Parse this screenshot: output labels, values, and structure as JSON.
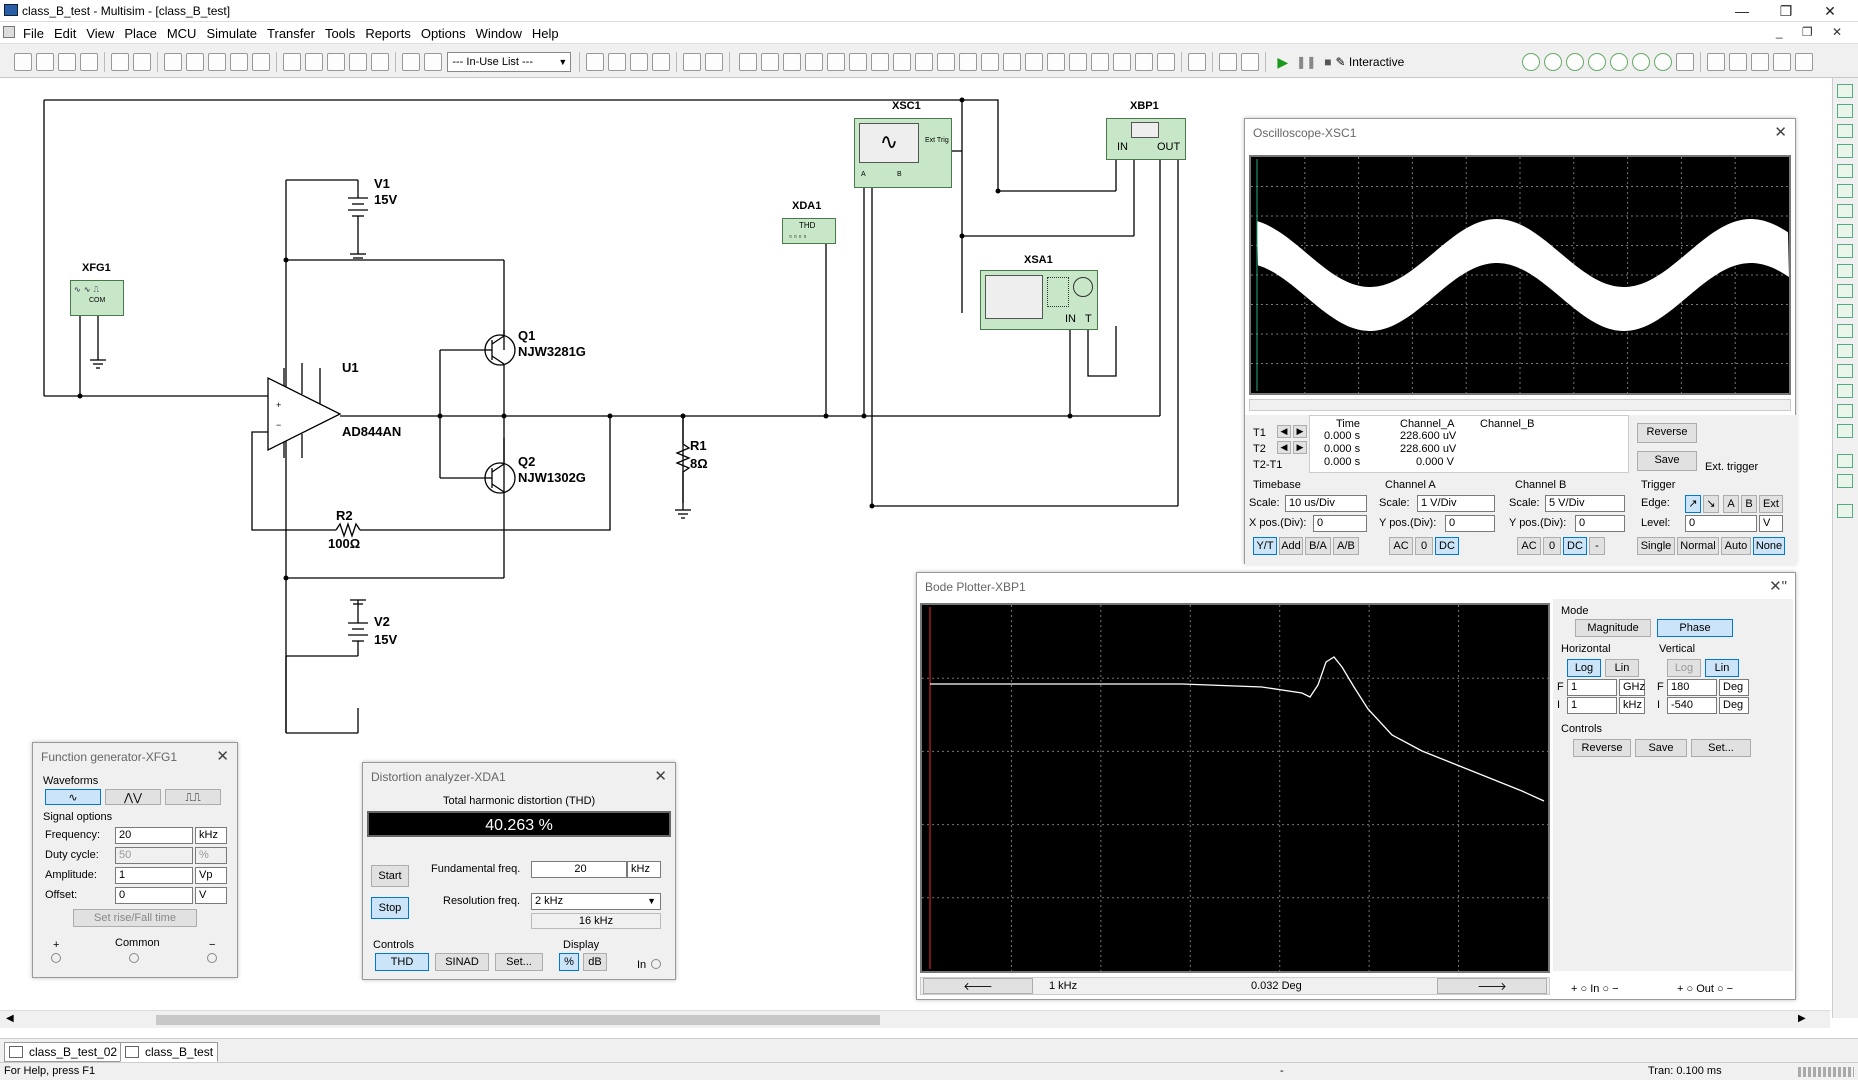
{
  "title": "class_B_test - Multisim - [class_B_test]",
  "menu": [
    "File",
    "Edit",
    "View",
    "Place",
    "MCU",
    "Simulate",
    "Transfer",
    "Tools",
    "Reports",
    "Options",
    "Window",
    "Help"
  ],
  "toolbar": {
    "inuse_label": "--- In-Use List ---",
    "interactive_label": "Interactive"
  },
  "components": {
    "xfg1": "XFG1",
    "xfg1_com": "COM",
    "v1": "V1",
    "v1_val": "15V",
    "v2": "V2",
    "v2_val": "15V",
    "u1": "U1",
    "u1_part": "AD844AN",
    "q1": "Q1",
    "q1_part": "NJW3281G",
    "q2": "Q2",
    "q2_part": "NJW1302G",
    "r1": "R1",
    "r1_val": "8Ω",
    "r2": "R2",
    "r2_val": "100Ω",
    "xda1": "XDA1",
    "xda1_txt": "THD",
    "xsc1": "XSC1",
    "xsc1_trig": "Ext Trig",
    "xsc1_a": "A",
    "xsc1_b": "B",
    "xbp1": "XBP1",
    "xbp1_in": "IN",
    "xbp1_out": "OUT",
    "xsa1": "XSA1",
    "xsa1_in": "IN",
    "xsa1_t": "T"
  },
  "scope": {
    "title": "Oscilloscope-XSC1",
    "col_time": "Time",
    "col_a": "Channel_A",
    "col_b": "Channel_B",
    "rows": [
      {
        "name": "T1",
        "time": "0.000 s",
        "a": "228.600 uV",
        "b": ""
      },
      {
        "name": "T2",
        "time": "0.000 s",
        "a": "228.600 uV",
        "b": ""
      },
      {
        "name": "T2-T1",
        "time": "0.000 s",
        "a": "0.000 V",
        "b": ""
      }
    ],
    "reverse": "Reverse",
    "save": "Save",
    "ext_trigger": "Ext. trigger",
    "timebase": "Timebase",
    "tb_scale_lbl": "Scale:",
    "tb_scale": "10 us/Div",
    "xpos_lbl": "X pos.(Div):",
    "xpos": "0",
    "cha": "Channel A",
    "cha_scale_lbl": "Scale:",
    "cha_scale": "1  V/Div",
    "cha_ypos_lbl": "Y pos.(Div):",
    "cha_ypos": "0",
    "chb": "Channel B",
    "chb_scale_lbl": "Scale:",
    "chb_scale": "5  V/Div",
    "chb_ypos_lbl": "Y pos.(Div):",
    "chb_ypos": "0",
    "trigger": "Trigger",
    "edge_lbl": "Edge:",
    "level_lbl": "Level:",
    "level": "0",
    "level_unit": "V",
    "yt": "Y/T",
    "add": "Add",
    "ba": "B/A",
    "ab": "A/B",
    "ac": "AC",
    "zero": "0",
    "dc": "DC",
    "minus": "-",
    "single": "Single",
    "normal": "Normal",
    "auto": "Auto",
    "none": "None",
    "trig_a": "A",
    "trig_b": "B",
    "trig_ext": "Ext"
  },
  "bode": {
    "title": "Bode Plotter-XBP1",
    "mode": "Mode",
    "magnitude": "Magnitude",
    "phase": "Phase",
    "horizontal": "Horizontal",
    "vertical": "Vertical",
    "log": "Log",
    "lin": "Lin",
    "h_f": "1",
    "h_f_unit": "GHz",
    "h_i": "1",
    "h_i_unit": "kHz",
    "v_f": "180",
    "v_f_unit": "Deg",
    "v_i": "-540",
    "v_i_unit": "Deg",
    "f_lbl": "F",
    "i_lbl": "I",
    "controls": "Controls",
    "reverse": "Reverse",
    "save": "Save",
    "set": "Set...",
    "readout_freq": "1 kHz",
    "readout_val": "0.032 Deg",
    "in_lbl": "In",
    "out_lbl": "Out"
  },
  "fgen": {
    "title": "Function generator-XFG1",
    "waveforms": "Waveforms",
    "signal_options": "Signal options",
    "freq_lbl": "Frequency:",
    "freq": "20",
    "freq_unit": "kHz",
    "duty_lbl": "Duty cycle:",
    "duty": "50",
    "duty_unit": "%",
    "amp_lbl": "Amplitude:",
    "amp": "1",
    "amp_unit": "Vp",
    "off_lbl": "Offset:",
    "off": "0",
    "off_unit": "V",
    "set_rise": "Set rise/Fall time",
    "plus": "+",
    "common": "Common",
    "minus": "−"
  },
  "dist": {
    "title": "Distortion analyzer-XDA1",
    "header": "Total harmonic distortion (THD)",
    "value": "40.263 %",
    "start": "Start",
    "stop": "Stop",
    "fund_lbl": "Fundamental freq.",
    "fund": "20",
    "fund_unit": "kHz",
    "res_lbl": "Resolution freq.",
    "res": "2 kHz",
    "res_readout": "16 kHz",
    "controls": "Controls",
    "display": "Display",
    "thd": "THD",
    "sinad": "SINAD",
    "set": "Set...",
    "pct": "%",
    "db": "dB",
    "in": "In"
  },
  "tabs": [
    "class_B_test_02 *",
    "class_B_test"
  ],
  "status": {
    "help": "For Help, press F1",
    "dash": "-",
    "tran": "Tran: 0.100 ms"
  }
}
